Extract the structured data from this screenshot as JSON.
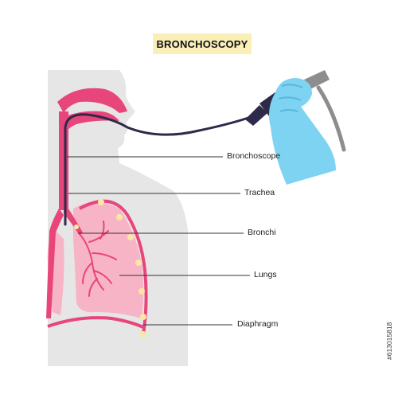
{
  "title": "BRONCHOSCOPY",
  "labels": {
    "bronchoscope": "Bronchoscope",
    "trachea": "Trachea",
    "bronchi": "Bronchi",
    "lungs": "Lungs",
    "diaphragm": "Diaphragm"
  },
  "stock_id": "#613015818",
  "colors": {
    "title_bg": "#fbefb8",
    "body_silhouette": "#e6e6e6",
    "airway": "#e8457a",
    "lung": "#f7b4c6",
    "pleura_dots": "#fbe6a4",
    "scope_tube": "#2d2a4a",
    "glove": "#7ed3f2",
    "handle": "#8d8d8d"
  }
}
